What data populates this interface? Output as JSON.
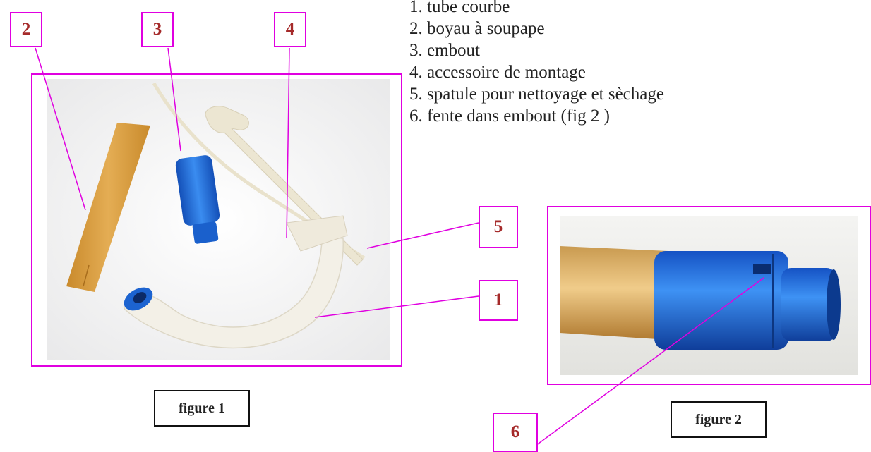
{
  "legend": [
    "1. tube courbe",
    "2. boyau à soupape",
    "3. embout",
    "4. accessoire de montage",
    "5. spatule pour nettoyage et sèchage",
    "6. fente dans embout (fig 2 )"
  ],
  "callouts": {
    "c1": "1",
    "c2": "2",
    "c3": "3",
    "c4": "4",
    "c5": "5",
    "c6": "6"
  },
  "captions": {
    "figure1": "figure 1",
    "figure2": "figure 2"
  },
  "colors": {
    "leader": "#e000e0",
    "number": "#a52a2a",
    "blue_part": "#1f6fd6",
    "rubber": "#d99a3a",
    "tube": "#f2efe6"
  }
}
